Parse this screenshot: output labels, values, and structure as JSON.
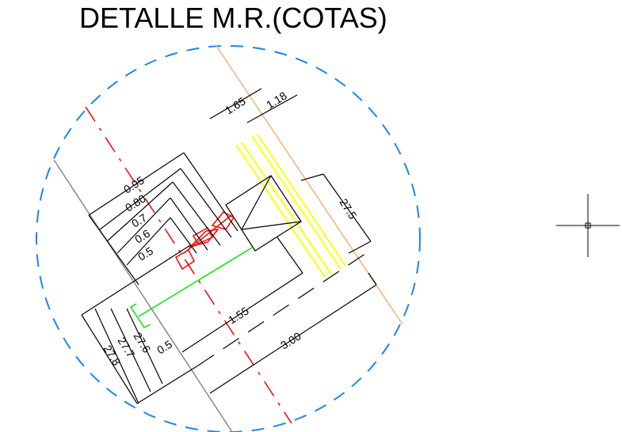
{
  "title": "DETALLE M.R.(COTAS)",
  "dimensions": {
    "d095": "0.95",
    "d080": "0.80",
    "d07": "0.7",
    "d06": "0.6",
    "d05a": "0.5",
    "d165": "1.65",
    "d118": "1.18",
    "d275": "27.5",
    "d155": "1.55",
    "d300": "3.00",
    "d05b": "0.5",
    "d276": "27.6",
    "d277": "27.7",
    "d278": "27.8"
  },
  "colors": {
    "circle": "#1a86f0",
    "axis": "#ff0000",
    "edge": "#f7b07a",
    "rail": "#ffff00",
    "pipe": "#00ee00",
    "ground": "#888888",
    "valve": "#ff0000"
  }
}
